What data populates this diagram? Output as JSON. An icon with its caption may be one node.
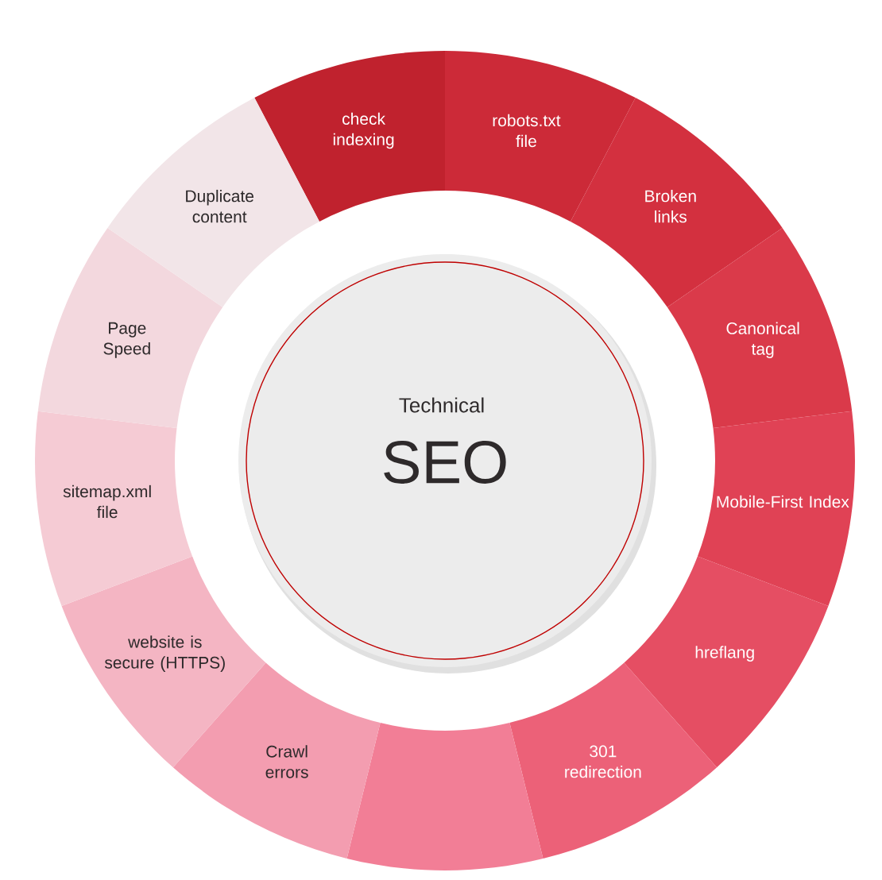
{
  "diagram": {
    "nodes": [
      {
        "text": [
          "Technical",
          "SEO"
        ]
      },
      {
        "text": [
          "check indexing"
        ]
      },
      {
        "text": [
          "robots.txt file"
        ]
      },
      {
        "text": [
          "Broken links"
        ]
      },
      {
        "text": [
          "Canonical tag"
        ]
      },
      {
        "text": [
          "Mobile-First Index"
        ]
      },
      {
        "text": [
          "hreflang"
        ]
      },
      {
        "text": [
          "301 redirection"
        ]
      },
      {
        "text": [],
        "shape": "band"
      },
      {
        "text": [
          "Crawl errors"
        ]
      },
      {
        "text": [
          "website is secure (HTTPS)"
        ]
      },
      {
        "text": [
          "sitemap.xml file"
        ]
      },
      {
        "text": [
          "Page Speed"
        ]
      },
      {
        "text": [
          "Duplicate content"
        ]
      }
    ]
  }
}
